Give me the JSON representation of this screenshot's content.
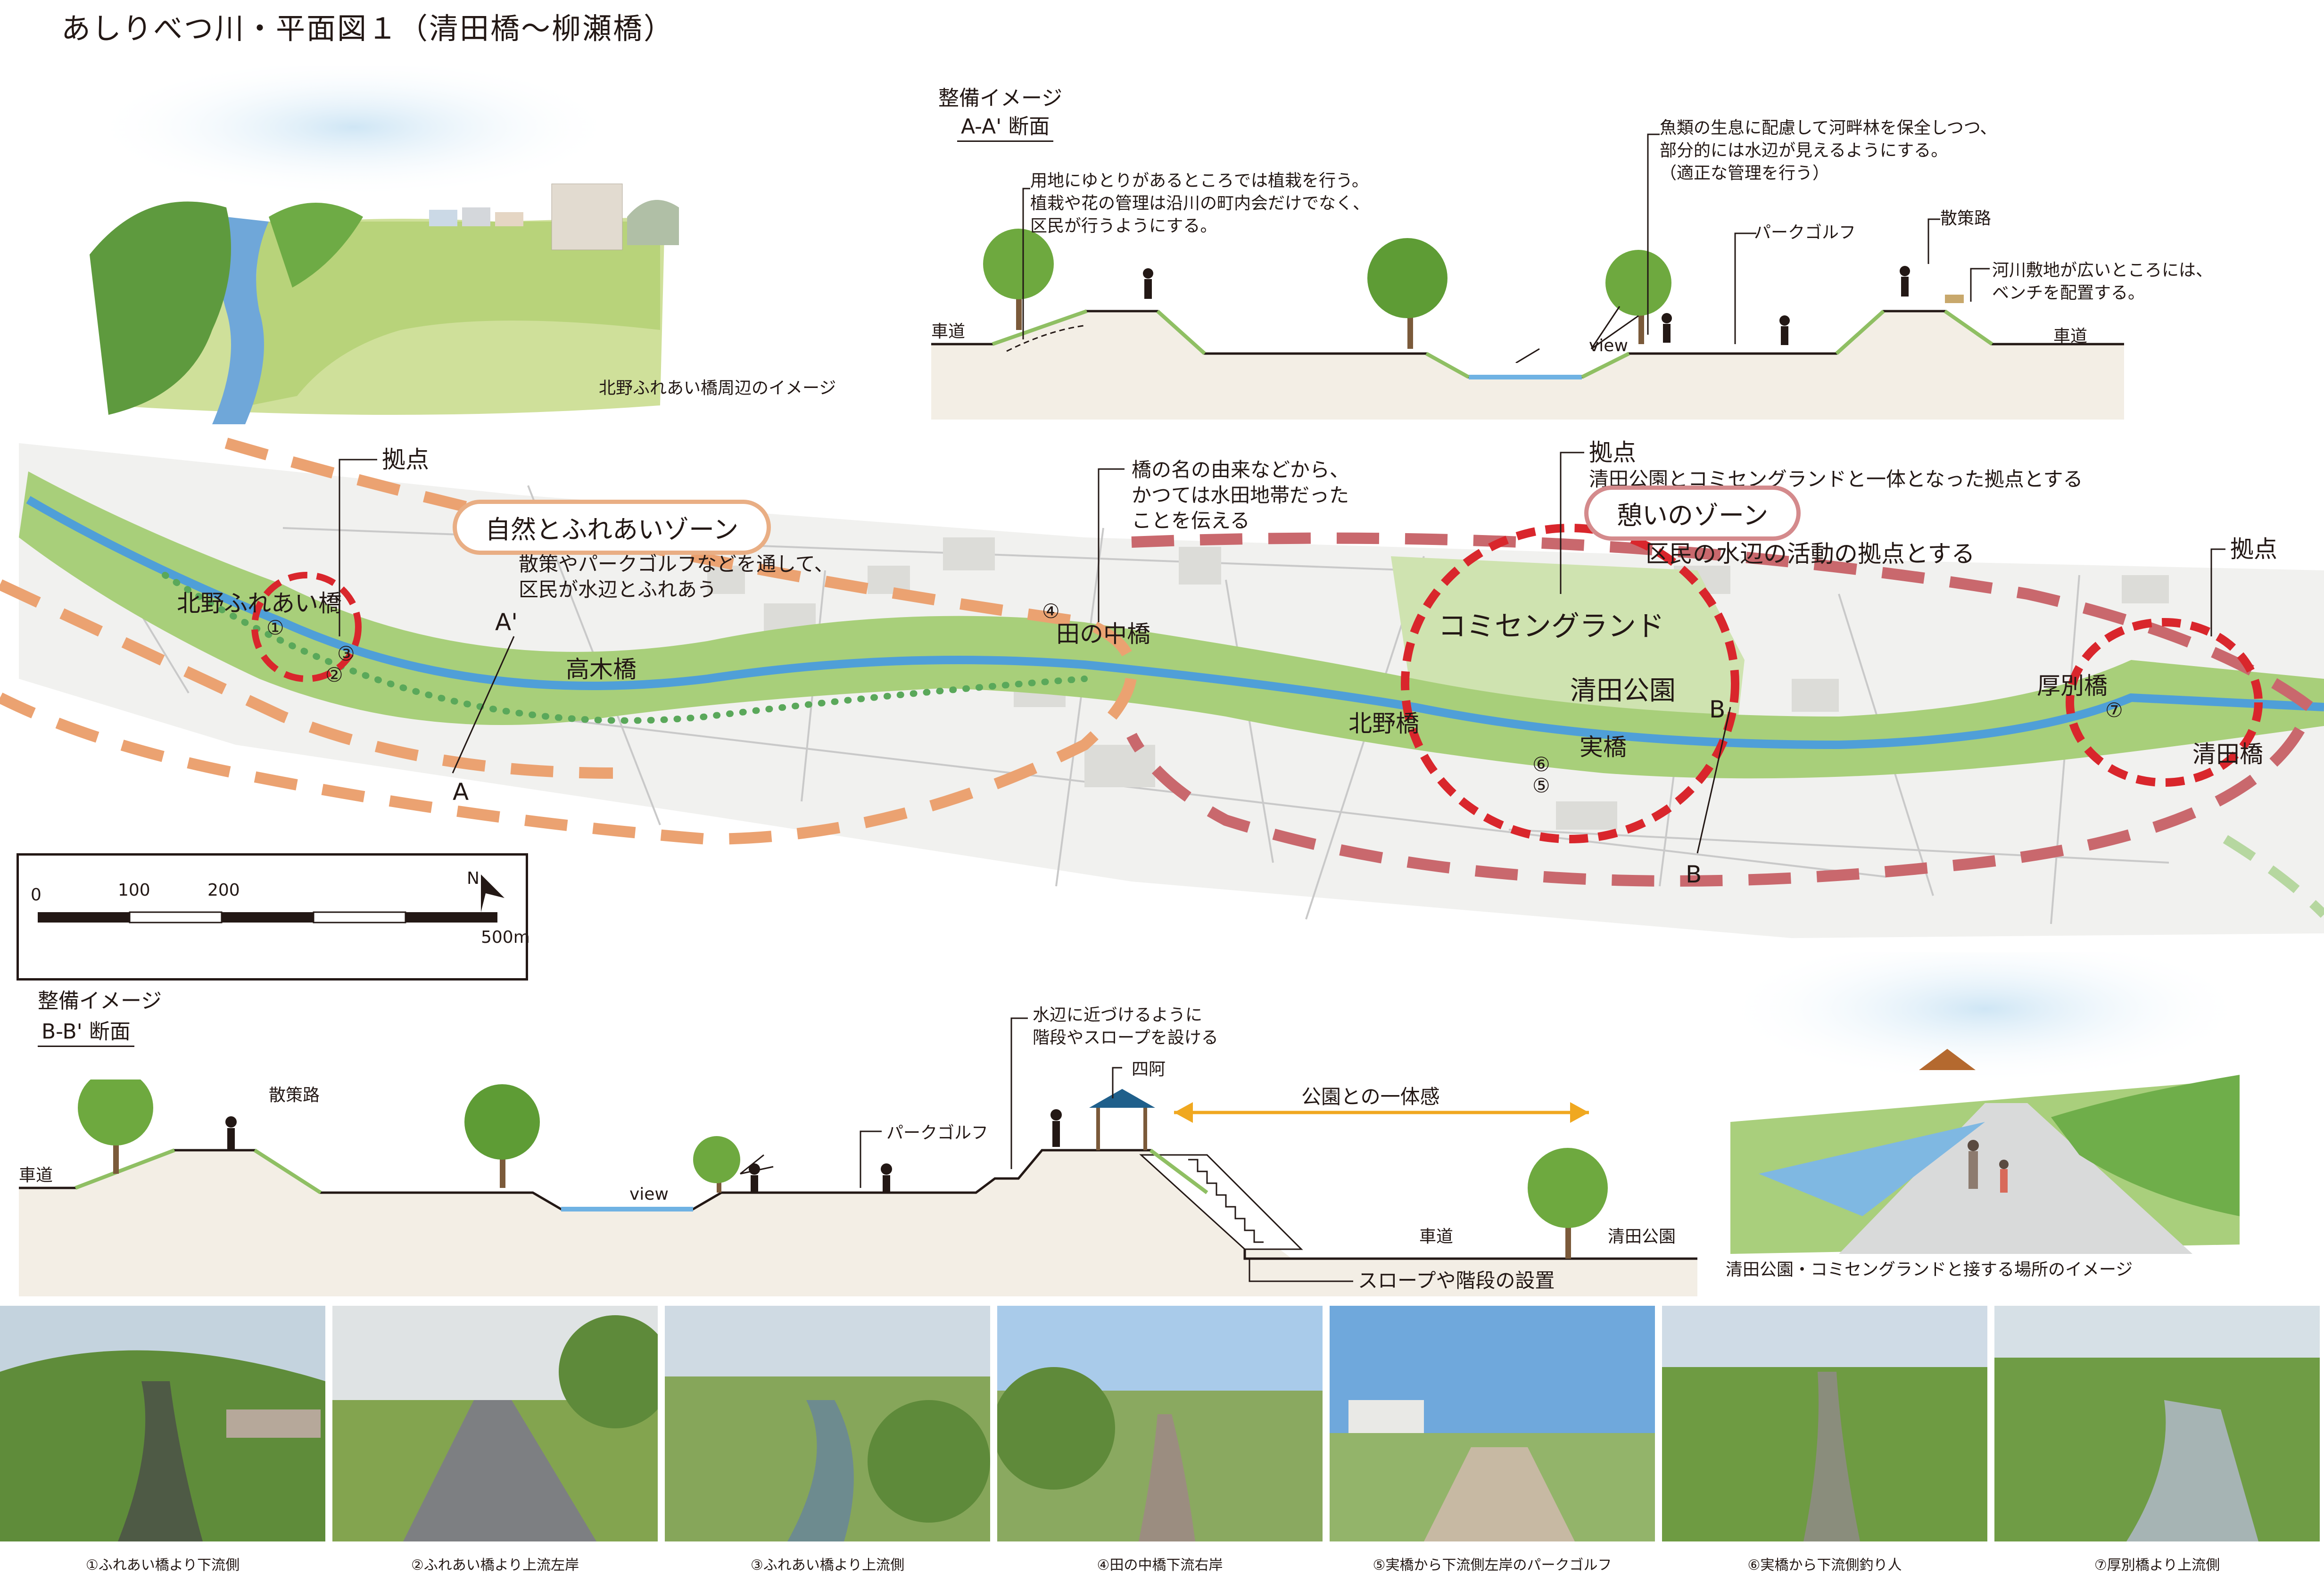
{
  "title": "あしりべつ川・平面図１（清田橋〜柳瀬橋）",
  "top_illustration": {
    "caption": "北野ふれあい橋周辺のイメージ"
  },
  "section_aa": {
    "heading": "整備イメージ",
    "subheading": "A-A' 断面",
    "note_planting": "用地にゆとりがあるところでは植栽を行う。\n植栽や花の管理は沿川の町内会だけでなく、\n区民が行うようにする。",
    "note_fish": "魚類の生息に配慮して河畔林を保全しつつ、\n部分的には水辺が見えるようにする。\n（適正な管理を行う）",
    "label_parkgolf": "パークゴルフ",
    "label_walkway": "散策路",
    "note_bench": "河川敷地が広いところには、\nベンチを配置する。",
    "label_road_left": "車道",
    "label_road_right": "車道",
    "label_view": "view"
  },
  "map": {
    "kyoten_left": "拠点",
    "kyoten_center": "拠点",
    "kyoten_right": "拠点",
    "zone_nature": "自然とふれあいゾーン",
    "zone_nature_desc": "散策やパークゴルフなどを通して、\n区民が水辺とふれあう",
    "zone_rest": "憩いのゾーン",
    "zone_rest_desc": "区民の水辺の活動の拠点とする",
    "kyoten_center_desc": "清田公園とコミセングランドと一体となった拠点とする",
    "tanonaka_note": "橋の名の由来などから、\nかつては水田地帯だった\nことを伝える",
    "bridges": {
      "kitano_fureai": "北野ふれあい橋",
      "takagi": "高木橋",
      "tanonaka": "田の中橋",
      "kitano": "北野橋",
      "mi": "実橋",
      "atsubetsu": "厚別橋",
      "kiyota": "清田橋"
    },
    "places": {
      "comicen": "コミセングランド",
      "kiyota_park": "清田公園"
    },
    "markers": {
      "a": "A",
      "a_prime": "A'",
      "b_top": "B",
      "b_bottom": "B"
    },
    "viewpoints": [
      "①",
      "②",
      "③",
      "④",
      "⑤",
      "⑥",
      "⑦"
    ],
    "scale": {
      "ticks": [
        "0",
        "100",
        "200",
        "500m"
      ],
      "north": "N"
    },
    "colors": {
      "river": "#4f9fd8",
      "green": "#9bc66c",
      "zone_nature": "#eba271",
      "zone_rest": "#c9686d",
      "kyoten_circle": "#d9262c"
    }
  },
  "section_bb": {
    "heading": "整備イメージ",
    "subheading": "B-B' 断面",
    "label_walkway": "散策路",
    "label_parkgolf": "パークゴルフ",
    "label_view": "view",
    "label_road_left": "車道",
    "label_road_right": "車道",
    "label_azumaya": "四阿",
    "label_kiyota_park": "清田公園",
    "note_steps": "水辺に近づけるように\n階段やスロープを設ける",
    "park_unity": "公園との一体感",
    "slope_note": "スロープや階段の設置"
  },
  "right_illustration": {
    "caption": "清田公園・コミセングランドと接する場所のイメージ"
  },
  "photos": [
    {
      "caption": "①ふれあい橋より下流側"
    },
    {
      "caption": "②ふれあい橋より上流左岸"
    },
    {
      "caption": "③ふれあい橋より上流側"
    },
    {
      "caption": "④田の中橋下流右岸"
    },
    {
      "caption": "⑤実橋から下流側左岸のパークゴルフ"
    },
    {
      "caption": "⑥実橋から下流側釣り人"
    },
    {
      "caption": "⑦厚別橋より上流側"
    }
  ]
}
